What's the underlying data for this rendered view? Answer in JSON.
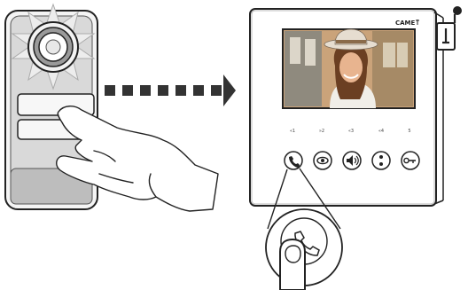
{
  "brand": {
    "logo_text": "CAME"
  },
  "monitor": {
    "function_labels": [
      "«1",
      "»2",
      "«3",
      "«4",
      "5"
    ],
    "buttons": [
      {
        "icon": "handset-icon"
      },
      {
        "icon": "eye-icon"
      },
      {
        "icon": "speaker-icon"
      },
      {
        "icon": "dots-icon"
      },
      {
        "icon": "key-icon"
      }
    ]
  },
  "colors": {
    "outline": "#222222",
    "panel_grey": "#cfcfcf",
    "arrow": "#333333",
    "screen_bg": "#caa37a"
  }
}
